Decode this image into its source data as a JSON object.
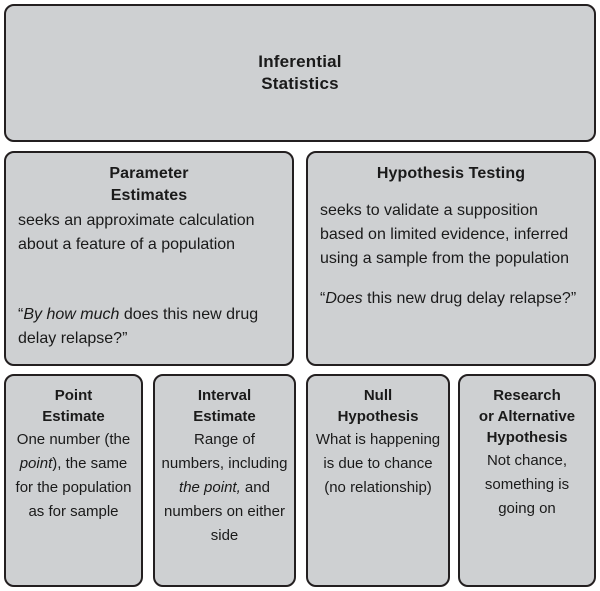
{
  "diagram": {
    "type": "hierarchy-flowchart",
    "colors": {
      "box_fill": "#ced0d2",
      "box_border": "#231f20",
      "text": "#1a1a1a",
      "page_background": "#ffffff"
    },
    "root": {
      "title_line_1": "Inferential",
      "title_line_2": "Statistics"
    },
    "branches": [
      {
        "title_line_1": "Parameter",
        "title_line_2": "Estimates",
        "body": "seeks an approximate calculation about a feature of a population",
        "quote_open": "“",
        "quote_italic": "By how much",
        "quote_rest": " does this new drug delay relapse?",
        "quote_close": "”"
      },
      {
        "title_line_1": "Hypothesis Testing",
        "title_line_2": "",
        "body": "seeks to validate a supposition based on limited evidence, inferred using a sample from the population",
        "quote_open": "“",
        "quote_italic": "Does",
        "quote_rest": " this new drug delay relapse?",
        "quote_close": "”"
      }
    ],
    "leaves": [
      {
        "title_line_1": "Point",
        "title_line_2": "Estimate",
        "title_line_3": "",
        "body_part_1": "One number (the ",
        "body_italic_1": "point",
        "body_part_2": "), the same for the population as for sample",
        "body_italic_2": "",
        "body_part_3": ""
      },
      {
        "title_line_1": "Interval",
        "title_line_2": "Estimate",
        "title_line_3": "",
        "body_part_1": "Range of numbers, including ",
        "body_italic_1": "the point,",
        "body_part_2": " and numbers on either side",
        "body_italic_2": "",
        "body_part_3": ""
      },
      {
        "title_line_1": "Null",
        "title_line_2": "Hypothesis",
        "title_line_3": "",
        "body_part_1": "What is happening is due to chance (no relationship)",
        "body_italic_1": "",
        "body_part_2": "",
        "body_italic_2": "",
        "body_part_3": ""
      },
      {
        "title_line_1": "Research",
        "title_line_2": "or Alternative",
        "title_line_3": "Hypothesis",
        "body_part_1": "Not chance, something is going on",
        "body_italic_1": "",
        "body_part_2": "",
        "body_italic_2": "",
        "body_part_3": ""
      }
    ]
  }
}
